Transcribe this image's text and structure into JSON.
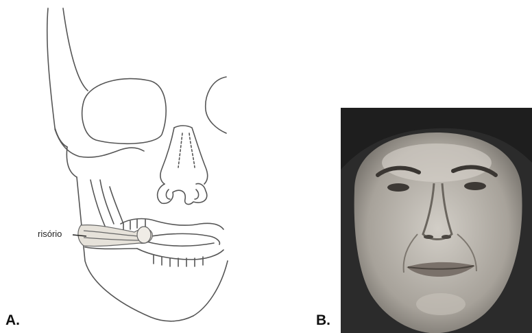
{
  "panels": [
    {
      "label": "A.",
      "description": "skull-line-drawing"
    },
    {
      "label": "B.",
      "description": "face-photograph"
    }
  ],
  "annotation": {
    "muscle_label": "risório"
  },
  "colors": {
    "line": "#555555",
    "muscle": "#e6e2da",
    "photo_bg": "#2b2b2b",
    "skin": "#b8b3ab"
  }
}
